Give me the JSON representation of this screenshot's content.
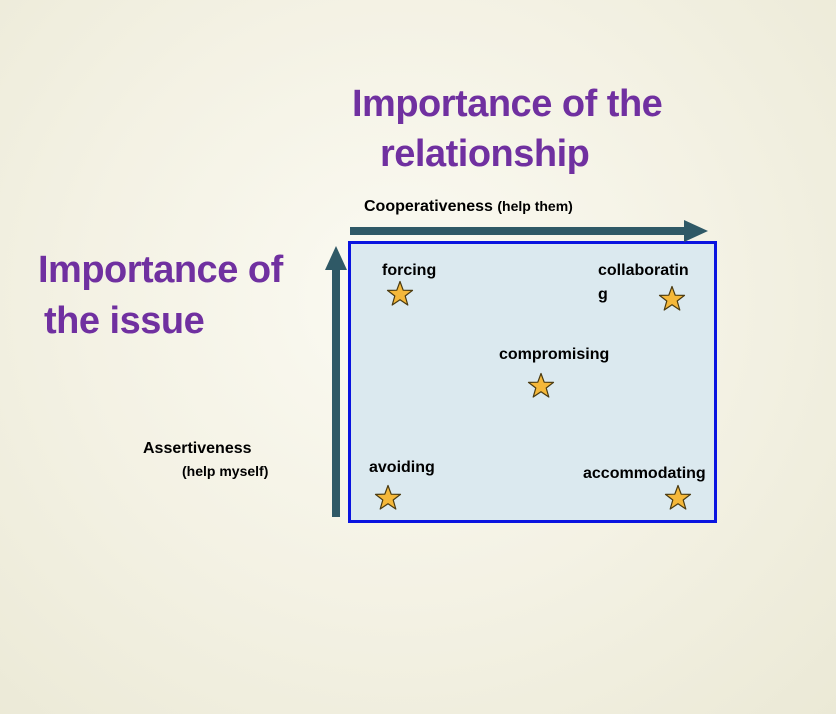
{
  "titles": {
    "relationship_line1": "Importance of the",
    "relationship_line2": "relationship",
    "issue_line1": "Importance of",
    "issue_line2": "the issue"
  },
  "axes": {
    "cooperativeness_main": "Cooperativeness",
    "cooperativeness_sub": "(help them)",
    "assertiveness_main": "Assertiveness",
    "assertiveness_sub": "(help myself)"
  },
  "styles": {
    "forcing": "forcing",
    "collaborating": "collaborating",
    "compromising": "compromising",
    "avoiding": "avoiding",
    "accommodating": "accommodating"
  },
  "colors": {
    "title": "#7030a0",
    "arrow": "#2f5966",
    "box_border": "#0a14e0",
    "box_fill": "#dbe9ef",
    "star_fill": "#f5b83a",
    "star_stroke": "#4a3a10"
  },
  "icons": {
    "style_marker": "star-icon",
    "axis_arrow": "arrow-icon"
  }
}
